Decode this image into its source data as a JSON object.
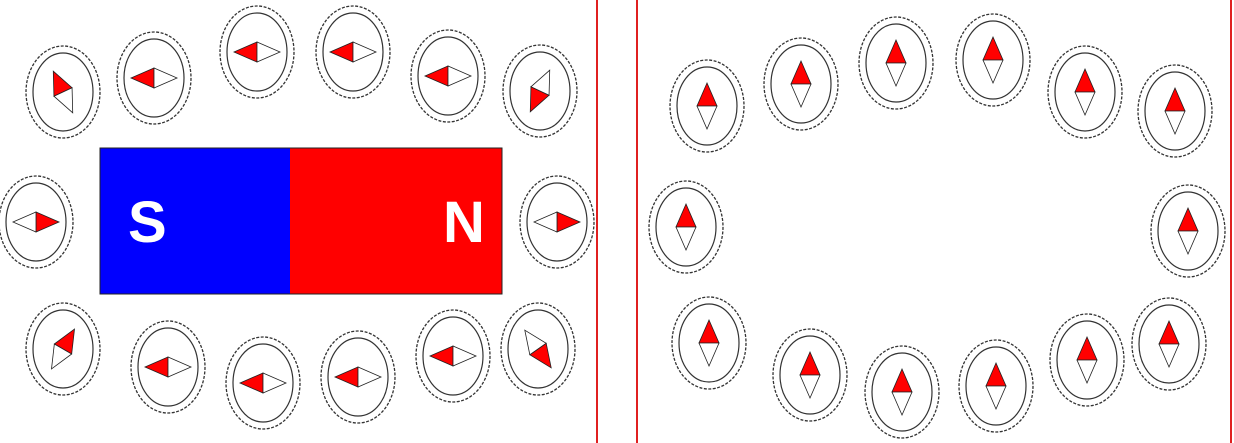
{
  "magnet": {
    "south_label": "S",
    "north_label": "N",
    "south_color": "#0000ff",
    "north_color": "#ff0000"
  },
  "compass": {
    "north_color": "#ff0000",
    "south_color": "#ffffff",
    "outline_color": "#333333"
  },
  "divider_color": "#e02020",
  "panels": [
    {
      "id": "with-magnet",
      "compass_needles": [
        {
          "name": "compass-top-1",
          "heading_deg": 335
        },
        {
          "name": "compass-top-2",
          "heading_deg": 270
        },
        {
          "name": "compass-top-3",
          "heading_deg": 270
        },
        {
          "name": "compass-top-4",
          "heading_deg": 270
        },
        {
          "name": "compass-top-5",
          "heading_deg": 270
        },
        {
          "name": "compass-top-6",
          "heading_deg": 205
        },
        {
          "name": "compass-left",
          "heading_deg": 90
        },
        {
          "name": "compass-right",
          "heading_deg": 90
        },
        {
          "name": "compass-bottom-1",
          "heading_deg": 30
        },
        {
          "name": "compass-bottom-2",
          "heading_deg": 270
        },
        {
          "name": "compass-bottom-3",
          "heading_deg": 270
        },
        {
          "name": "compass-bottom-4",
          "heading_deg": 270
        },
        {
          "name": "compass-bottom-5",
          "heading_deg": 270
        },
        {
          "name": "compass-bottom-6",
          "heading_deg": 145
        }
      ]
    },
    {
      "id": "without-magnet",
      "compass_needles": [
        {
          "name": "compass-top-1",
          "heading_deg": 0
        },
        {
          "name": "compass-top-2",
          "heading_deg": 0
        },
        {
          "name": "compass-top-3",
          "heading_deg": 0
        },
        {
          "name": "compass-top-4",
          "heading_deg": 0
        },
        {
          "name": "compass-top-5",
          "heading_deg": 0
        },
        {
          "name": "compass-top-6",
          "heading_deg": 0
        },
        {
          "name": "compass-left",
          "heading_deg": 0
        },
        {
          "name": "compass-right",
          "heading_deg": 0
        },
        {
          "name": "compass-bottom-1",
          "heading_deg": 0
        },
        {
          "name": "compass-bottom-2",
          "heading_deg": 0
        },
        {
          "name": "compass-bottom-3",
          "heading_deg": 0
        },
        {
          "name": "compass-bottom-4",
          "heading_deg": 0
        },
        {
          "name": "compass-bottom-5",
          "heading_deg": 0
        },
        {
          "name": "compass-bottom-6",
          "heading_deg": 0
        }
      ]
    }
  ]
}
